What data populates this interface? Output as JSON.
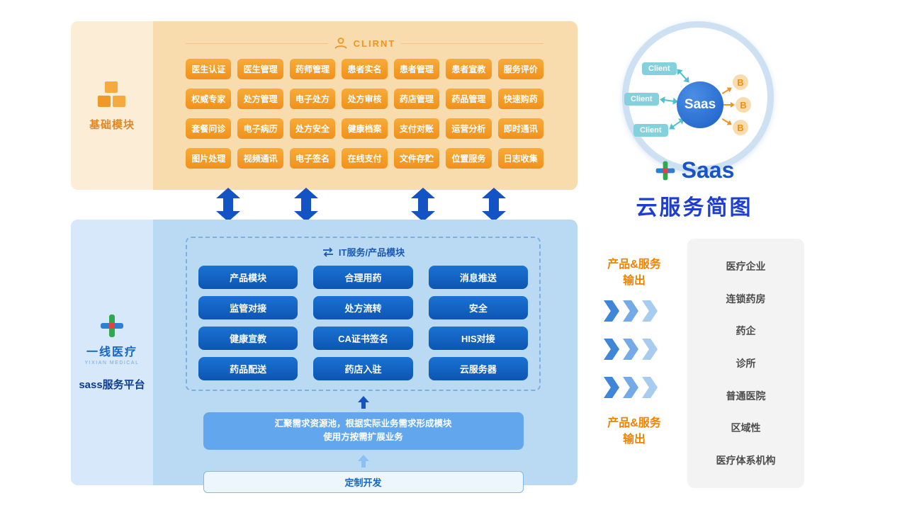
{
  "colors": {
    "orange_panel": "#f8dcae",
    "orange_sidebar": "#fceed6",
    "orange_button": "#f59c22",
    "orange_accent": "#f0941f",
    "blue_panel": "#badaf4",
    "blue_sidebar": "#d6e8f9",
    "blue_button": "#1161c2",
    "deep_blue": "#1353c4",
    "pool_blue": "#62a7ee",
    "teal_client": "#84d0dc",
    "title_blue": "#1d3ed0",
    "output_orange": "#f08300",
    "gray_panel": "#f3f3f4"
  },
  "basic_panel": {
    "sidebar_label": "基础模块",
    "header_label": "CLIRNT",
    "modules": [
      "医生认证",
      "医生管理",
      "药师管理",
      "患者实名",
      "患者管理",
      "患者宣教",
      "服务评价",
      "权威专家",
      "处方管理",
      "电子处方",
      "处方审核",
      "药店管理",
      "药品管理",
      "快速购药",
      "套餐问诊",
      "电子病历",
      "处方安全",
      "健康档案",
      "支付对账",
      "运营分析",
      "即时通讯",
      "图片处理",
      "视频通讯",
      "电子签名",
      "在线支付",
      "文件存贮",
      "位置服务",
      "日志收集"
    ]
  },
  "saas_panel": {
    "sidebar": {
      "brand": "一线医疗",
      "brand_en": "YIXIAN MEDICAL",
      "platform": "sass服务平台"
    },
    "it_box": {
      "header": "IT服务/产品模块",
      "modules": [
        "产品模块",
        "合理用药",
        "消息推送",
        "监管对接",
        "处方流转",
        "安全",
        "健康宣教",
        "CA证书签名",
        "HIS对接",
        "药品配送",
        "药店入驻",
        "云服务器"
      ]
    },
    "pool_line1": "汇聚需求资源池，根据实际业务需求形成模块",
    "pool_line2": "使用方按需扩展业务",
    "custom_dev": "定制开发"
  },
  "cloud": {
    "saas": "Saas",
    "clients": [
      "Client",
      "Client",
      "Client"
    ],
    "b_nodes": [
      "B",
      "B",
      "B"
    ],
    "logo_text": "Saas",
    "title": "云服务简图"
  },
  "output": {
    "top_line1": "产品&服务",
    "top_line2": "输出",
    "bottom_line1": "产品&服务",
    "bottom_line2": "输出"
  },
  "targets": [
    "医疗企业",
    "连锁药房",
    "药企",
    "诊所",
    "普通医院",
    "区域性",
    "医疗体系机构"
  ]
}
